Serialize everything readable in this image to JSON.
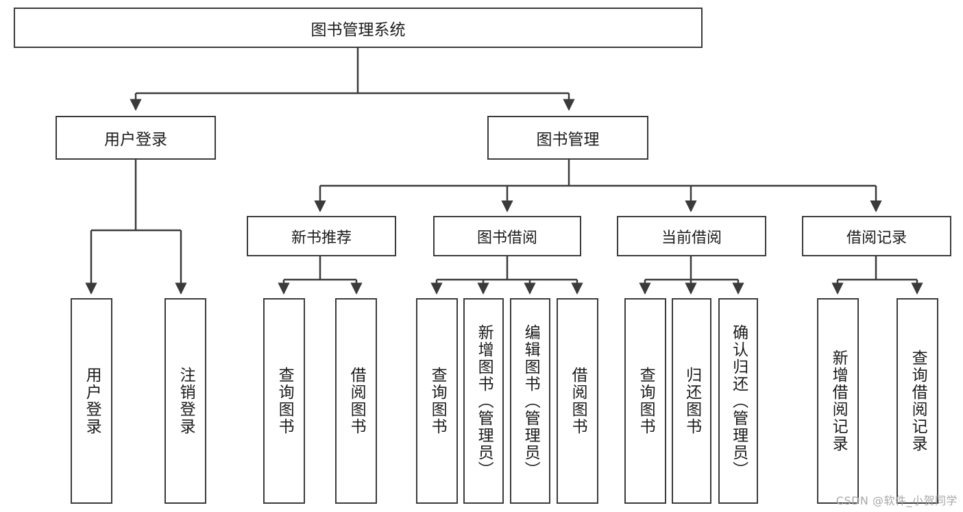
{
  "diagram": {
    "title": "图书管理系统",
    "root": {
      "label": "图书管理系统"
    },
    "level2": [
      {
        "label": "用户登录"
      },
      {
        "label": "图书管理"
      }
    ],
    "level3": [
      {
        "label": "新书推荐"
      },
      {
        "label": "图书借阅"
      },
      {
        "label": "当前借阅"
      },
      {
        "label": "借阅记录"
      }
    ],
    "leaves": {
      "user_login": [
        {
          "label": "用户登录"
        },
        {
          "label": "注销登录"
        }
      ],
      "new_book_recommend": [
        {
          "label": "查询图书"
        },
        {
          "label": "借阅图书"
        }
      ],
      "book_borrow": [
        {
          "label": "查询图书"
        },
        {
          "label": "新增图书（管理员）"
        },
        {
          "label": "编辑图书（管理员）"
        },
        {
          "label": "借阅图书"
        }
      ],
      "current_borrow": [
        {
          "label": "查询图书"
        },
        {
          "label": "归还图书"
        },
        {
          "label": "确认归还（管理员）"
        }
      ],
      "borrow_record": [
        {
          "label": "新增借阅记录"
        },
        {
          "label": "查询借阅记录"
        }
      ]
    }
  },
  "watermark": {
    "text": "CSDN @软件_小贺同学"
  },
  "colors": {
    "border": "#3a3a3a",
    "text": "#1b1b1b",
    "background": "#ffffff",
    "watermark": "#a8a8a8"
  }
}
